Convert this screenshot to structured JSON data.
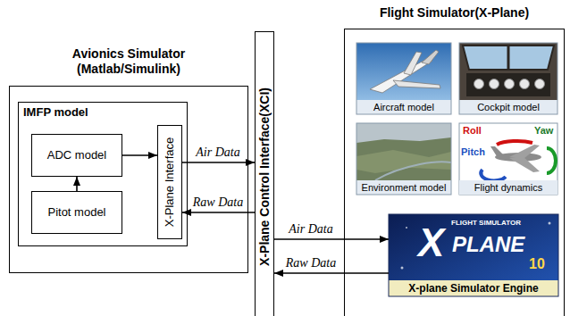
{
  "diagram": {
    "nodes": [
      {
        "text": [
          "Avionics Simulator (Matlab/Simulink)"
        ]
      },
      {
        "text": [
          "IMFP model"
        ],
        "in": 0
      },
      {
        "text": [
          "ADC model"
        ],
        "in": 1
      },
      {
        "text": [
          "Pitot model"
        ],
        "in": 1
      },
      {
        "text": [
          "X-Plane Interface"
        ],
        "in": 1
      },
      {
        "text": [
          "X-Plane Control Interface(XCI)"
        ]
      },
      {
        "text": [
          "Flight Simulator(X-Plane)"
        ]
      },
      {
        "text": [
          "Aircraft model"
        ],
        "in": 6
      },
      {
        "text": [
          "Cockpit model"
        ],
        "in": 6
      },
      {
        "text": [
          "Environment model"
        ],
        "in": 6
      },
      {
        "text": [
          "Flight dynamics"
        ],
        "in": 6
      },
      {
        "text": [
          "X-plane Simulator Engine"
        ],
        "in": 6
      }
    ],
    "edges": [
      {
        "from": 2,
        "to": 4,
        "arrow": "to"
      },
      {
        "from": 3,
        "to": 2,
        "arrow": "to"
      },
      {
        "from": 4,
        "to": 5,
        "label": "Air Data",
        "arrow": "to"
      },
      {
        "from": 5,
        "to": 4,
        "label": "Raw Data",
        "arrow": "to"
      },
      {
        "from": 5,
        "to": 11,
        "label": "Air Data",
        "arrow": "to"
      },
      {
        "from": 11,
        "to": 5,
        "label": "Raw Data",
        "arrow": "to"
      }
    ],
    "labels": [
      "Roll",
      "Yaw",
      "Pitch",
      "FLIGHT SIMULATOR",
      "X",
      "PLANE",
      "10"
    ]
  }
}
